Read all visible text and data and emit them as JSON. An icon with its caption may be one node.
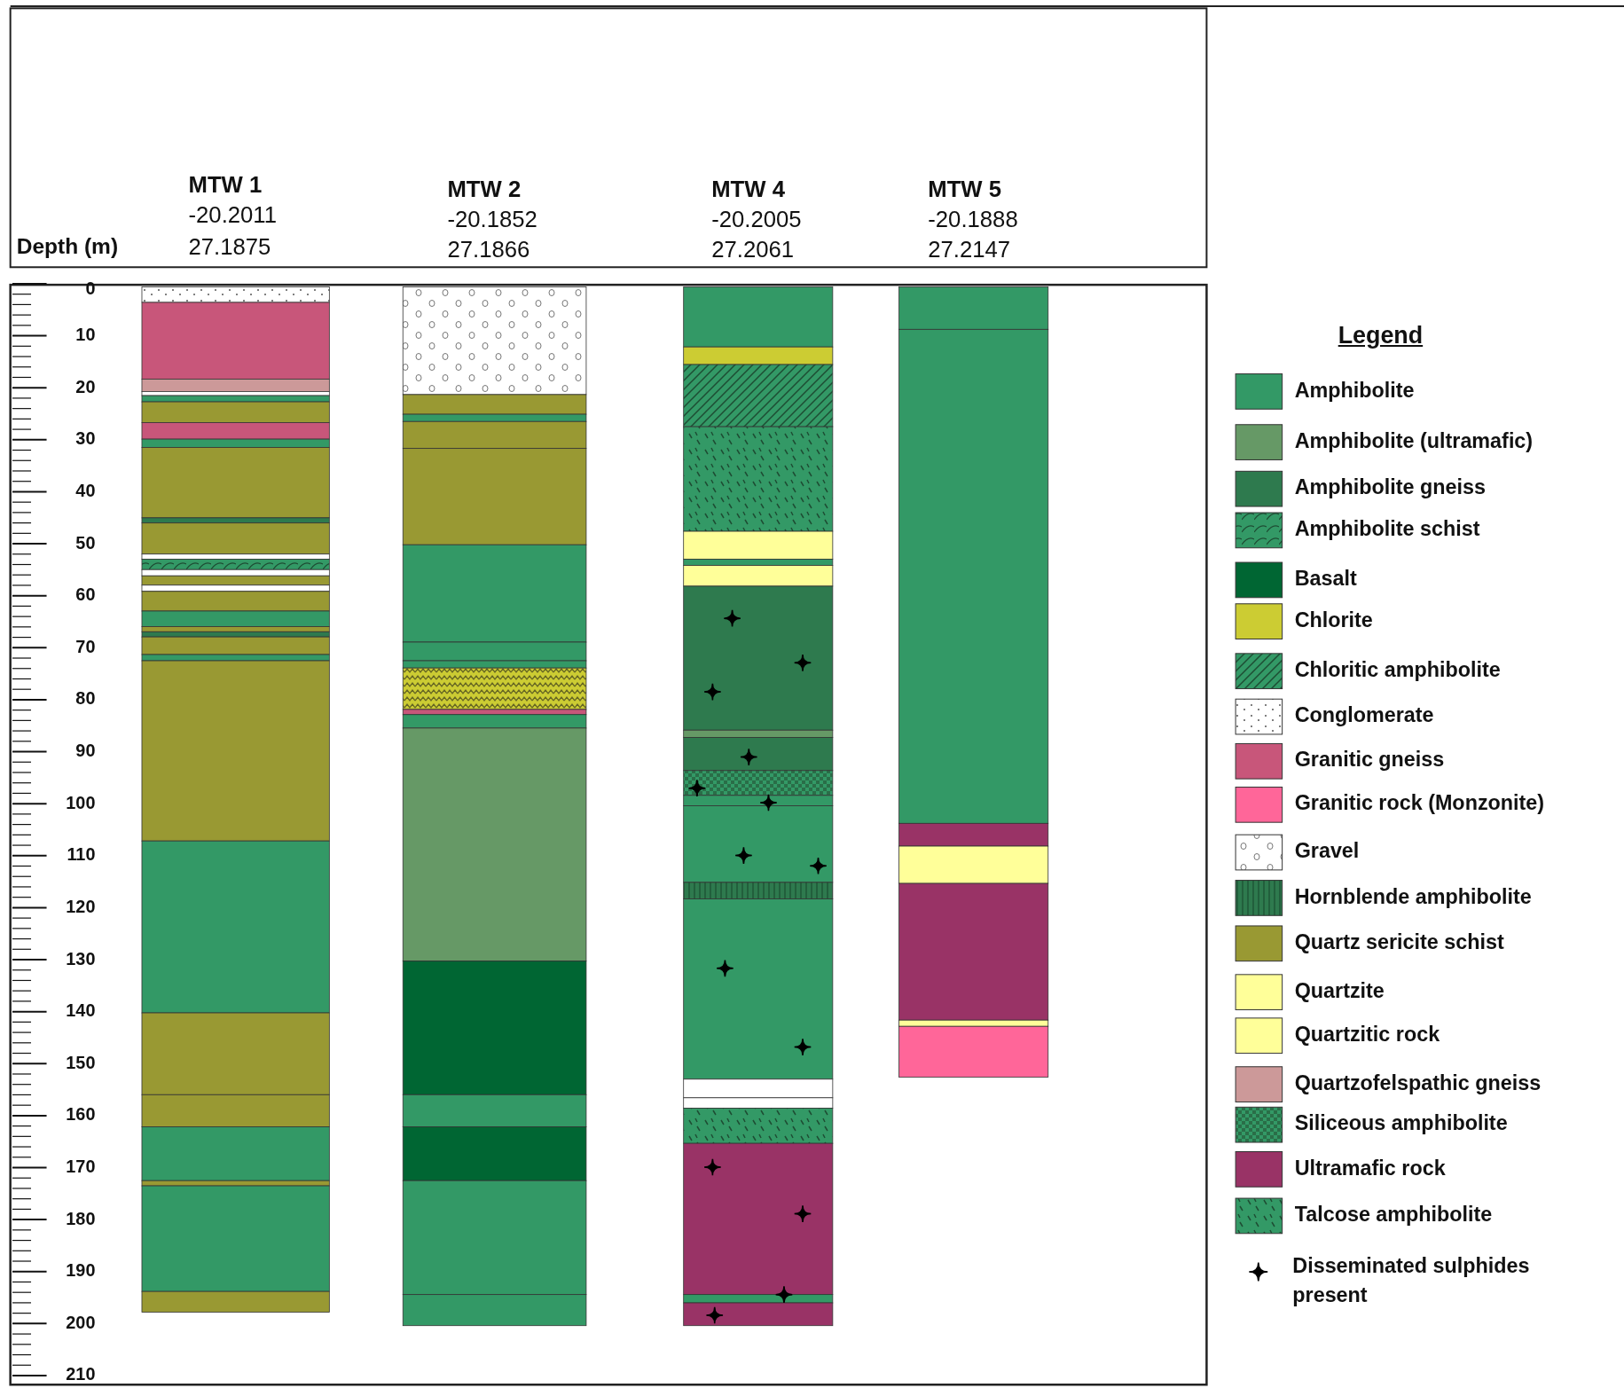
{
  "diagram": {
    "labels": [
      "MTW 1",
      "-20.2011",
      "27.1875",
      "MTW 2",
      "-20.1852",
      "27.1866",
      "MTW 4",
      "-20.2005",
      "27.2061",
      "MTW 5",
      "-20.1888",
      "27.2147",
      "Depth (m)",
      "0",
      "10",
      "20",
      "30",
      "40",
      "50",
      "60",
      "70",
      "80",
      "90",
      "100",
      "110",
      "120",
      "130",
      "140",
      "150",
      "160",
      "170",
      "180",
      "190",
      "200",
      "210",
      "Legend"
    ],
    "legend": [
      {
        "text": "Amphibolite",
        "color": "#339966"
      },
      {
        "text": "Amphibolite (ultramafic)",
        "color": "#669966"
      },
      {
        "text": "Amphibolite gneiss",
        "color": "#2e7a4e"
      },
      {
        "text": "Amphibolite schist"
      },
      {
        "text": "Basalt",
        "color": "#006633"
      },
      {
        "text": "Chlorite",
        "color": "#cccc33"
      },
      {
        "text": "Chloritic amphibolite"
      },
      {
        "text": "Conglomerate"
      },
      {
        "text": "Granitic gneiss",
        "color": "#c8567a"
      },
      {
        "text": "Granitic rock (Monzonite)",
        "color": "#ff6699"
      },
      {
        "text": "Gravel"
      },
      {
        "text": "Hornblende amphibolite"
      },
      {
        "text": "Quartz sericite  schist",
        "color": "#999933"
      },
      {
        "text": "Quartzite",
        "color": "#ffff99"
      },
      {
        "text": "Quartzitic rock",
        "color": "#ffff99"
      },
      {
        "text": "Quartzofelspathic gneiss",
        "color": "#cc9999"
      },
      {
        "text": "Siliceous amphibolite"
      },
      {
        "text": "Ultramafic rock",
        "color": "#993366"
      },
      {
        "text": "Talcose amphibolite"
      },
      {
        "text": "Disseminated sulphides present"
      }
    ]
  }
}
